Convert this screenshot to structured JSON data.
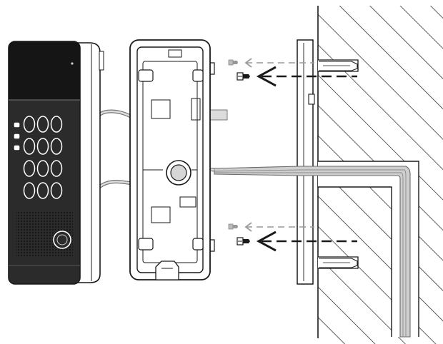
{
  "diagram": {
    "subject": "intercom-wall-mount-installation",
    "parts": [
      "intercom-panel",
      "back-box",
      "mounting-plate",
      "wall",
      "cable",
      "screws",
      "wall-plugs"
    ],
    "keypad": {
      "rows": 4,
      "columns": 3
    },
    "led_count": 3,
    "colors": {
      "line": "#1a1a1a",
      "panel_top": "#151515",
      "panel_body": "#2b2b2b",
      "cable_fill": "#c8c8c8",
      "cable_stroke": "#777777",
      "arrow_light": "#9a9a9a",
      "background": "#ffffff"
    }
  }
}
